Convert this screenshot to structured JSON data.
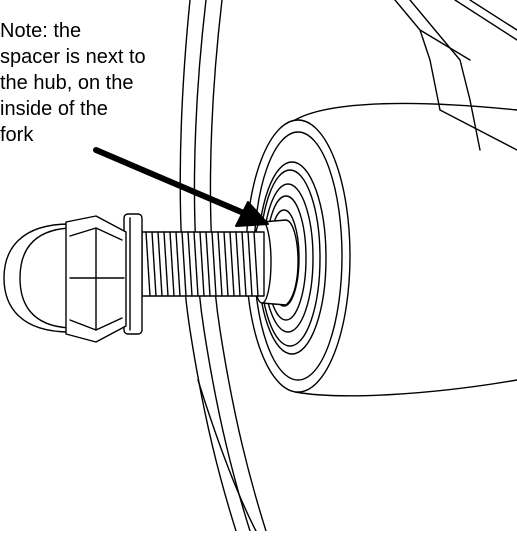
{
  "annotation": {
    "lines": [
      "Note: the",
      "spacer is next to",
      "the hub, on the",
      "inside of the",
      "fork"
    ]
  },
  "colors": {
    "line": "#000000",
    "background": "#ffffff"
  },
  "parts": [
    "acorn-nut",
    "washer",
    "threaded-axle",
    "spacer",
    "bearing",
    "hub",
    "wheel-rim",
    "fork"
  ]
}
